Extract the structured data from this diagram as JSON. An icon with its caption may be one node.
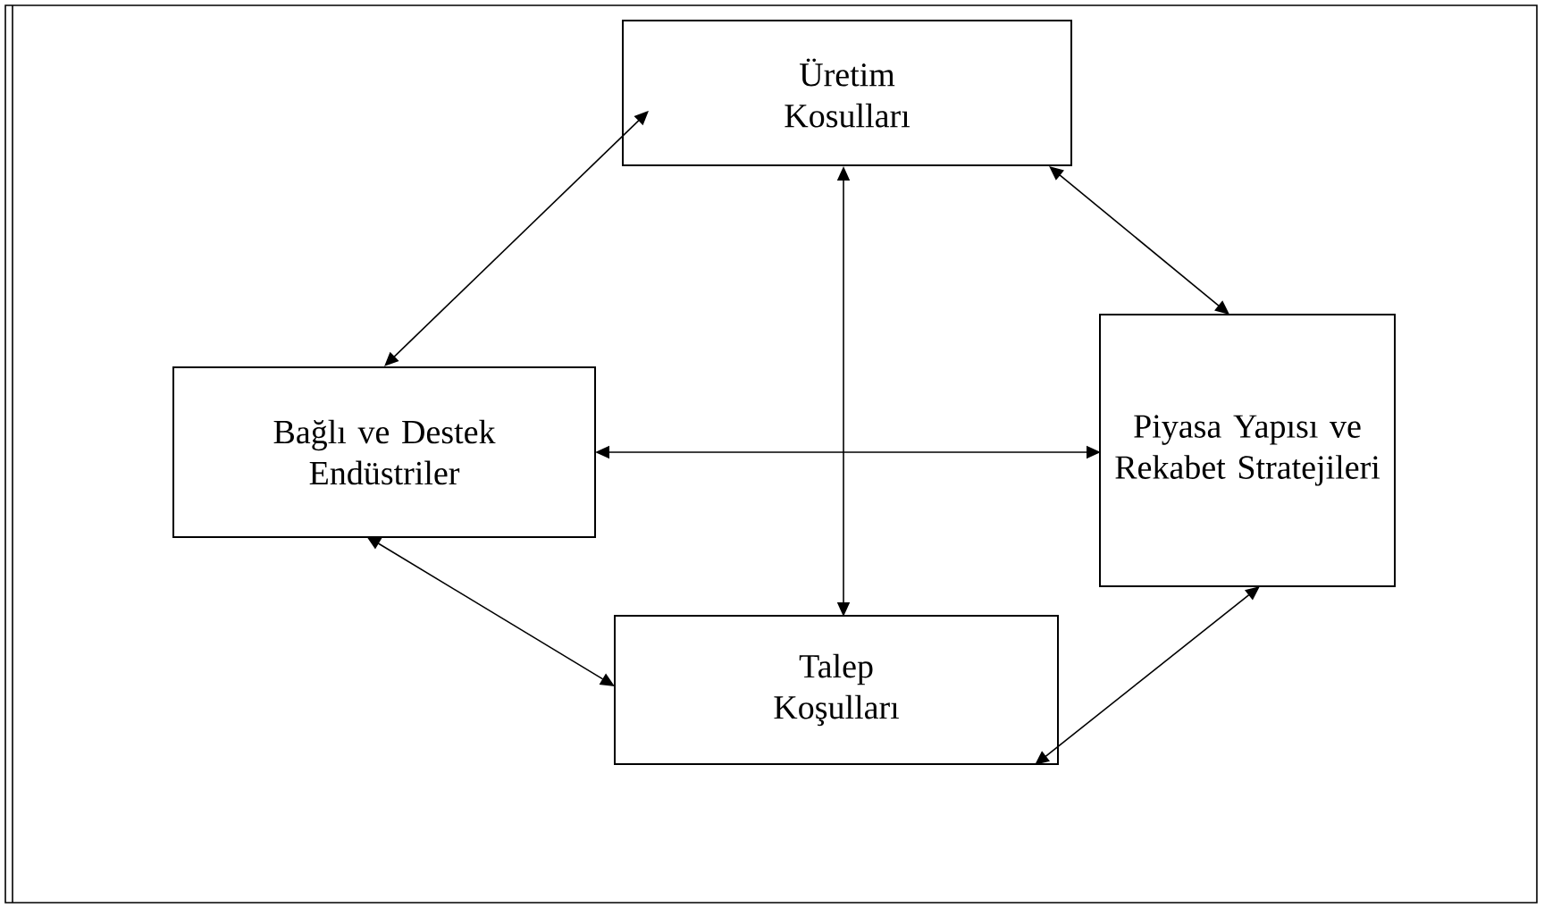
{
  "diagram": {
    "nodes": [
      {
        "text": [
          "Üretim Kosulları"
        ]
      },
      {
        "text": [
          "Bağlı ve Destek Endüstriler"
        ]
      },
      {
        "text": [
          "Piyasa Yapısı ve Rekabet Stratejileri"
        ]
      },
      {
        "text": [
          "Talep Koşulları"
        ]
      }
    ],
    "edges": [
      {
        "from": 0,
        "to": 1,
        "arrow": "both"
      },
      {
        "from": 0,
        "to": 2,
        "arrow": "both"
      },
      {
        "from": 1,
        "to": 3,
        "arrow": "both"
      },
      {
        "from": 3,
        "to": 2,
        "arrow": "both"
      },
      {
        "from": 1,
        "to": 2,
        "arrow": "both"
      },
      {
        "from": 0,
        "to": 3,
        "arrow": "both"
      }
    ]
  }
}
